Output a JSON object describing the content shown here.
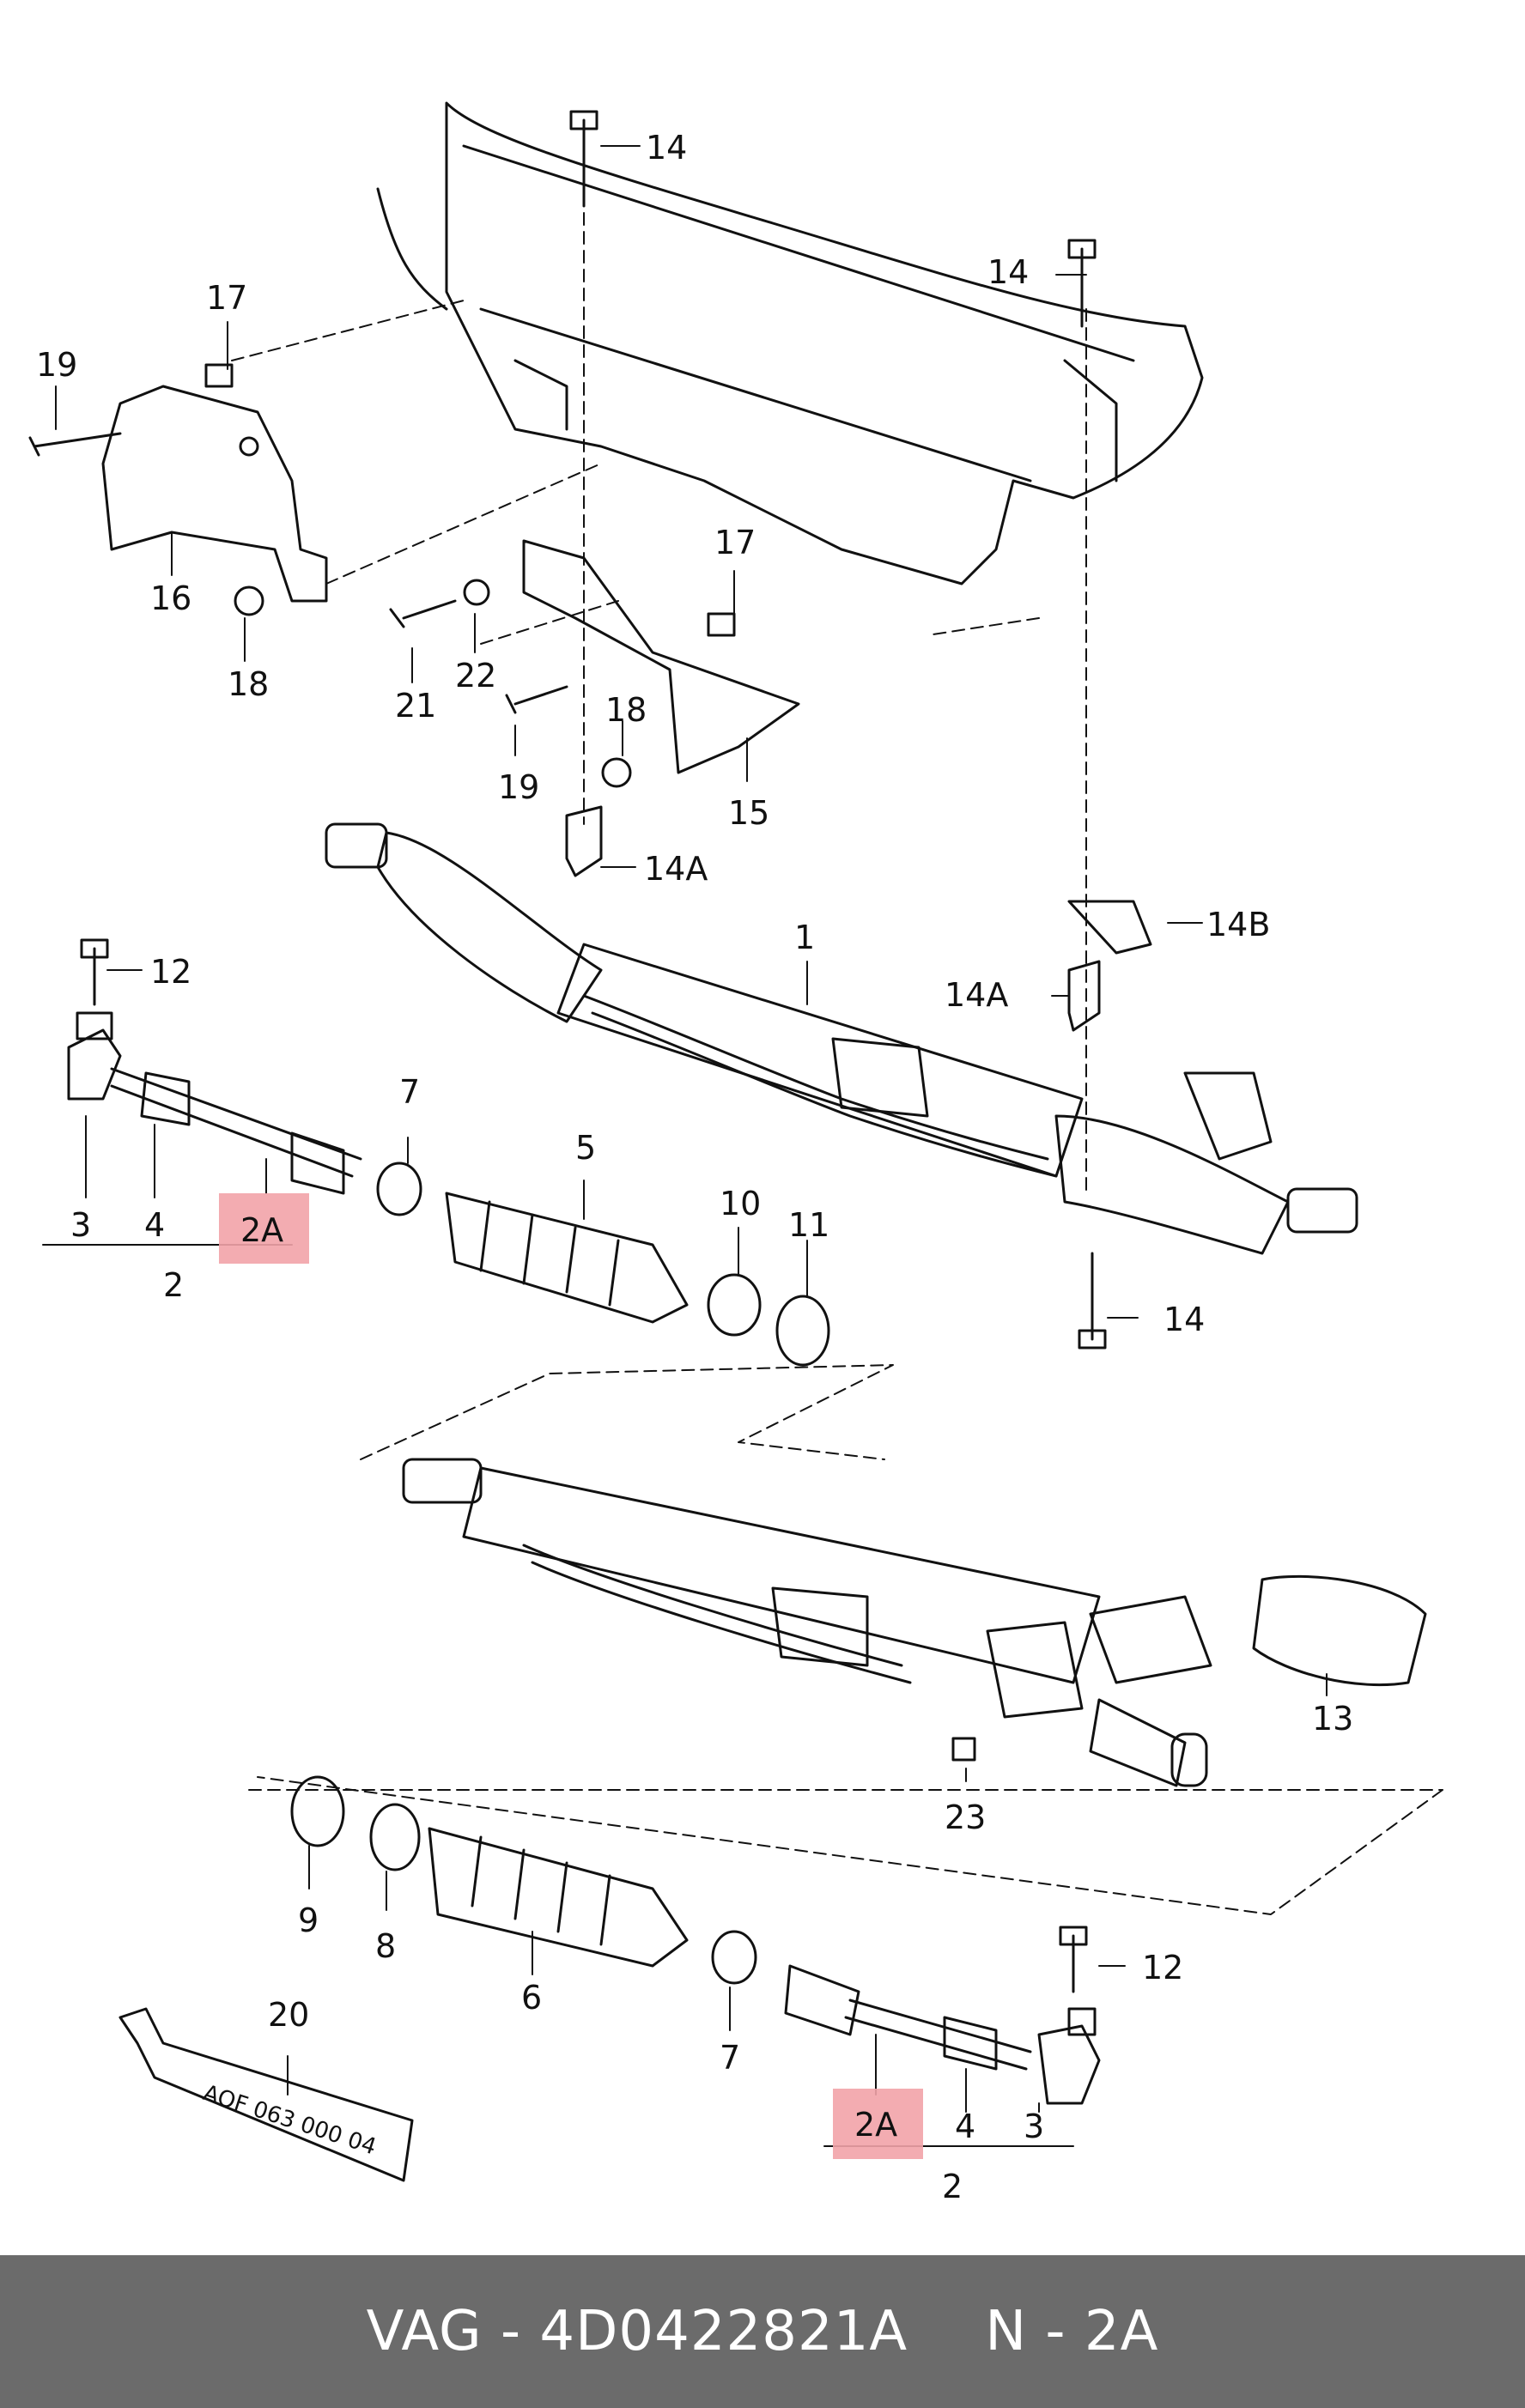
{
  "labels": {
    "l14_top": "14",
    "l14_right": "14",
    "l17_left": "17",
    "l19_left": "19",
    "l16": "16",
    "l18_left": "18",
    "l17_mid": "17",
    "l21": "21",
    "l22": "22",
    "l18_mid": "18",
    "l19_mid": "19",
    "l15": "15",
    "l14A_upper": "14A",
    "l14B": "14B",
    "l1": "1",
    "l14A_lower": "14A",
    "l12_upper": "12",
    "l7_upper": "7",
    "l5": "5",
    "l10": "10",
    "l11": "11",
    "l3_upper": "3",
    "l4_upper": "4",
    "l2A_upper": "2A",
    "l2_upper": "2",
    "l14_bottom": "14",
    "l13": "13",
    "l23": "23",
    "l9": "9",
    "l8": "8",
    "l6": "6",
    "l20": "20",
    "l7_lower": "7",
    "l12_lower": "12",
    "l2A_lower": "2A",
    "l4_lower": "4",
    "l3_lower": "3",
    "l2_lower": "2"
  },
  "tube_text": "AOF 063 000 04",
  "highlight_color": "#f2a3a8",
  "footer": {
    "left": "VAG - 4D0422821A",
    "right": "N - 2A"
  }
}
